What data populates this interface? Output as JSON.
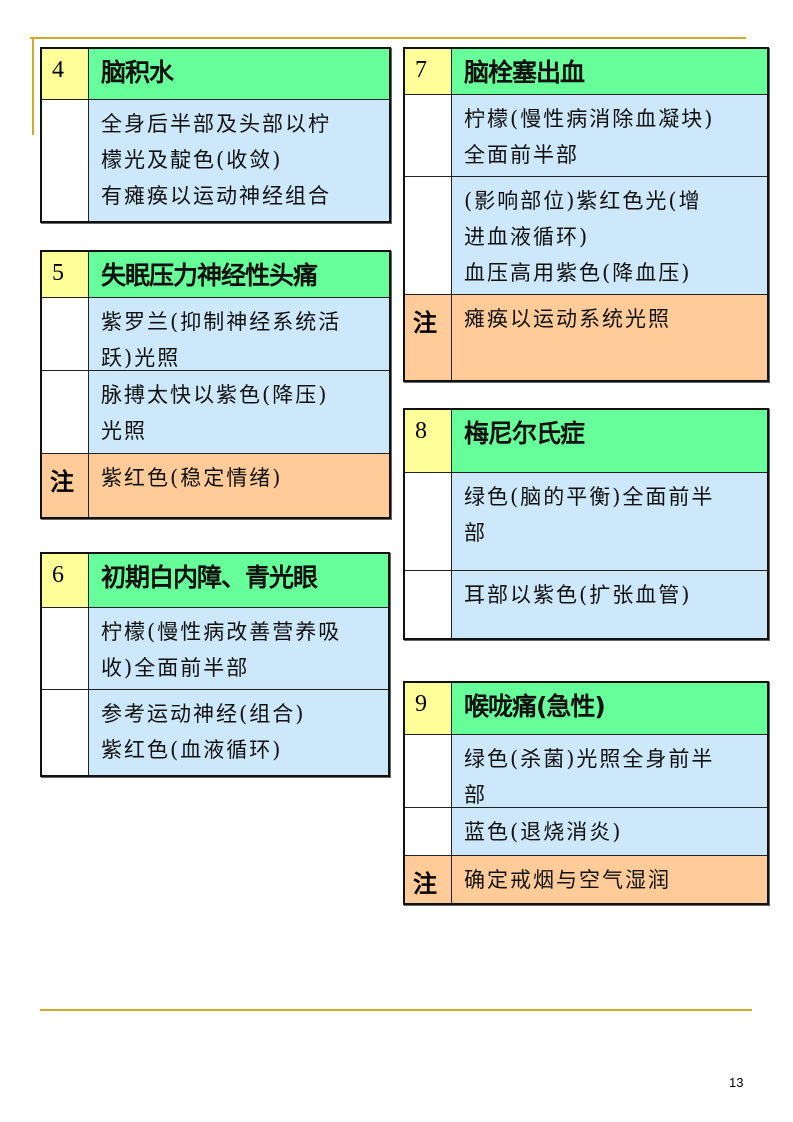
{
  "colors": {
    "number_cell": "#ffff99",
    "title_cell": "#66ff99",
    "body_cell": "#cce8fa",
    "note_cell": "#ffcc99",
    "rule": "#d4a82a"
  },
  "tables": [
    {
      "number": "4",
      "title": "脑积水",
      "rows": [
        {
          "type": "body",
          "lines": [
            "全身后半部及头部以柠",
            "檬光及靛色(收敛)",
            "有瘫痪以运动神经组合"
          ]
        }
      ]
    },
    {
      "number": "5",
      "title": "失眠压力神经性头痛",
      "rows": [
        {
          "type": "body",
          "lines": [
            "紫罗兰(抑制神经系统活",
            "跃)光照"
          ]
        },
        {
          "type": "body",
          "lines": [
            "脉搏太快以紫色(降压)",
            "光照"
          ]
        },
        {
          "type": "note",
          "label": "注",
          "lines": [
            "紫红色(稳定情绪)"
          ]
        }
      ]
    },
    {
      "number": "6",
      "title": "初期白内障、青光眼",
      "rows": [
        {
          "type": "body",
          "lines": [
            "柠檬(慢性病改善营养吸",
            "收)全面前半部"
          ]
        },
        {
          "type": "body",
          "lines": [
            "参考运动神经(组合)",
            "紫红色(血液循环)"
          ]
        }
      ]
    },
    {
      "number": "7",
      "title": "脑栓塞出血",
      "rows": [
        {
          "type": "body",
          "lines": [
            "柠檬(慢性病消除血凝块)",
            "全面前半部"
          ]
        },
        {
          "type": "body",
          "lines": [
            "(影响部位)紫红色光(增",
            "进血液循环)",
            "血压高用紫色(降血压)"
          ]
        },
        {
          "type": "note",
          "label": "注",
          "lines": [
            "瘫痪以运动系统光照"
          ]
        }
      ]
    },
    {
      "number": "8",
      "title": "梅尼尔氏症",
      "rows": [
        {
          "type": "body",
          "lines": [
            "绿色(脑的平衡)全面前半",
            "部"
          ]
        },
        {
          "type": "body",
          "lines": [
            "耳部以紫色(扩张血管)"
          ]
        }
      ]
    },
    {
      "number": "9",
      "title": "喉咙痛(急性)",
      "rows": [
        {
          "type": "body",
          "lines": [
            "绿色(杀菌)光照全身前半",
            "部"
          ]
        },
        {
          "type": "body",
          "lines": [
            "蓝色(退烧消炎)"
          ]
        },
        {
          "type": "note",
          "label": "注",
          "lines": [
            "确定戒烟与空气湿润"
          ]
        }
      ]
    }
  ],
  "page_number": "13"
}
